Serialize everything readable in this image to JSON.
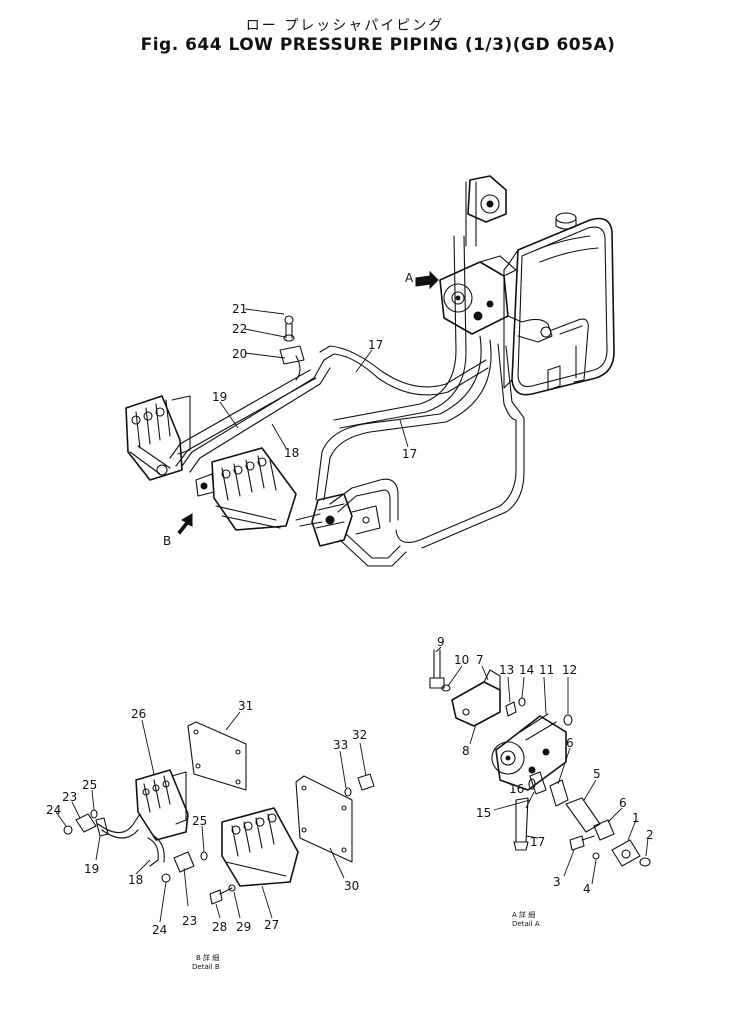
{
  "header": {
    "kana": "ロー プレッシャパイピング",
    "title": "Fig. 644 LOW PRESSURE  PIPING (1/3)(GD 605A)"
  },
  "view_markers": {
    "a": "A",
    "b": "B"
  },
  "callouts": {
    "c1": "1",
    "c2": "2",
    "c3": "3",
    "c4": "4",
    "c5": "5",
    "c6": "6",
    "c6b": "6",
    "c7": "7",
    "c8": "8",
    "c9": "9",
    "c10": "10",
    "c11": "11",
    "c12": "12",
    "c13": "13",
    "c14": "14",
    "c15": "15",
    "c16": "16",
    "c17a": "17",
    "c17b": "17",
    "c17c": "17",
    "c18a": "18",
    "c18b": "18",
    "c19a": "19",
    "c19b": "19",
    "c20": "20",
    "c21": "21",
    "c22": "22",
    "c23a": "23",
    "c23b": "23",
    "c24a": "24",
    "c24b": "24",
    "c25a": "25",
    "c25b": "25",
    "c26": "26",
    "c27": "27",
    "c28": "28",
    "c29": "29",
    "c30": "30",
    "c31": "31",
    "c32": "32",
    "c33": "33"
  },
  "detail_labels": {
    "a_jp": "A 詳 細",
    "a_en": "Detail A",
    "b_jp": "B 詳 細",
    "b_en": "Detail B"
  }
}
